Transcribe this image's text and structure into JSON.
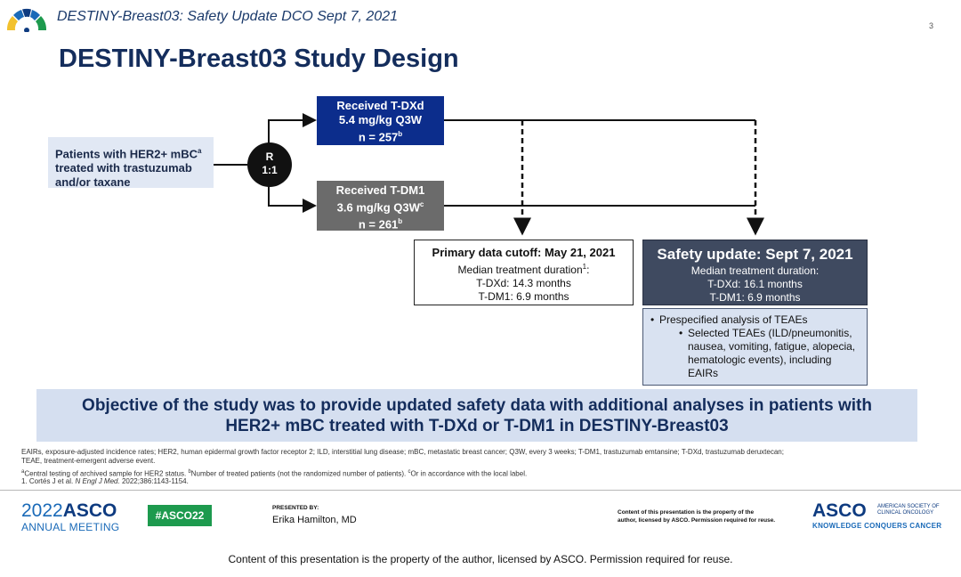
{
  "header": {
    "title": "DESTINY-Breast03: Safety Update DCO Sept 7, 2021",
    "slide_number": "3"
  },
  "main_title": "DESTINY-Breast03 Study Design",
  "patients": {
    "line1": "Patients with HER2+ mBC",
    "line1_sup": "a",
    "line2": "treated with trastuzumab",
    "line3": "and/or taxane"
  },
  "randomization": {
    "label": "R",
    "ratio": "1:1"
  },
  "arm_txd": {
    "line1": "Received T-DXd",
    "line2": "5.4 mg/kg Q3W",
    "line3": "n = 257",
    "line3_sup": "b"
  },
  "arm_tdm1": {
    "line1": "Received T-DM1",
    "line2": "3.6 mg/kg Q3W",
    "line2_sup": "c",
    "line3": "n = 261",
    "line3_sup": "b"
  },
  "primary_cutoff": {
    "title": "Primary data cutoff: May 21, 2021",
    "line1": "Median treatment duration",
    "line1_sup": "1",
    "line1_suffix": ":",
    "line2": "T-DXd: 14.3 months",
    "line3": "T-DM1: 6.9 months"
  },
  "safety_update": {
    "title": "Safety update: Sept 7, 2021",
    "line1": "Median treatment duration:",
    "line2": "T-DXd: 16.1 months",
    "line3": "T-DM1: 6.9 months"
  },
  "analysis": {
    "item1": "Prespecified analysis of TEAEs",
    "sub1": "Selected TEAEs (ILD/pneumonitis, nausea, vomiting, fatigue, alopecia, hematologic events), including EAIRs"
  },
  "objective": {
    "line1": "Objective of the study was to provide updated safety data with additional analyses in patients with",
    "line2": "HER2+ mBC treated with T-DXd or T-DM1 in DESTINY-Breast03"
  },
  "footnotes": {
    "abbrev1": "EAIRs, exposure-adjusted incidence rates; HER2, human epidermal growth factor receptor 2; ILD, interstitial lung disease; mBC, metastatic breast cancer; Q3W, every 3 weeks; T-DM1, trastuzumab emtansine; T-DXd, trastuzumab deruxtecan;",
    "abbrev2": "TEAE, treatment-emergent adverse event.",
    "note_a_sup": "a",
    "note_a": "Central testing of archived sample for HER2 status. ",
    "note_b_sup": "b",
    "note_b": "Number of treated patients (not the randomized number of patients). ",
    "note_c_sup": "c",
    "note_c": "Or in accordance with the local label.",
    "ref_prefix": "1. Cortés J et al. ",
    "ref_journal": "N Engl J Med.",
    "ref_suffix": " 2022;386:1143-1154."
  },
  "footer": {
    "asco_year": "2022",
    "asco_name": "ASCO",
    "meeting": "ANNUAL MEETING",
    "hashtag": "#ASCO22",
    "presented_by": "PRESENTED BY:",
    "presenter": "Erika Hamilton, MD",
    "content_note_line1": "Content of this presentation is the property of the",
    "content_note_line2": "author, licensed by ASCO. Permission required for reuse.",
    "asco_logo": "ASCO",
    "asco_society_line1": "AMERICAN SOCIETY OF",
    "asco_society_line2": "CLINICAL ONCOLOGY",
    "asco_tagline": "KNOWLEDGE CONQUERS CANCER"
  },
  "bottom_note": "Content of this presentation is the property of the author, licensed by ASCO. Permission required for reuse.",
  "colors": {
    "title_navy": "#142d5c",
    "arm_txd_blue": "#0c2d8c",
    "arm_tdm1_gray": "#6b6b6b",
    "safety_slate": "#3f4a60",
    "light_blue_box": "#d5dff0",
    "hashtag_green": "#1d9a4e"
  }
}
